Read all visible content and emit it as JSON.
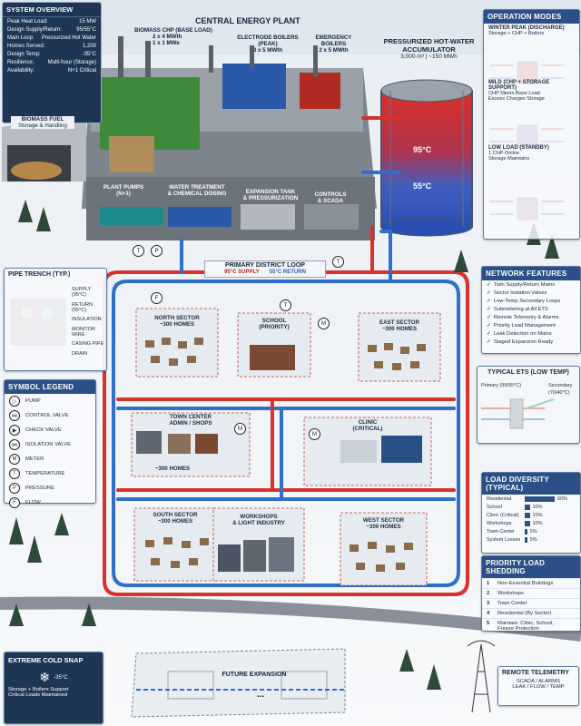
{
  "title": "CENTRAL ENERGY PLANT",
  "system_overview": {
    "title": "SYSTEM OVERVIEW",
    "rows": [
      {
        "k": "Peak Heat Load:",
        "v": "15 MW"
      },
      {
        "k": "Design Supply/Return:",
        "v": "95/55°C"
      },
      {
        "k": "Main Loop:",
        "v": "Pressurized Hot Water"
      },
      {
        "k": "Homes Served:",
        "v": "1,200"
      },
      {
        "k": "Design Temp:",
        "v": "-35°C"
      },
      {
        "k": "Resilience:",
        "v": "Multi-hour (Storage)"
      },
      {
        "k": "Availability:",
        "v": "N+1 Critical"
      }
    ]
  },
  "plant": {
    "chp": {
      "name": "BIOMASS CHP (BASE LOAD)",
      "l1": "2 x 4 MWth",
      "l2": "1 x 1 MWe"
    },
    "electrode": {
      "name": "ELECTRODE BOILERS (PEAK)",
      "l1": "3 x 5 MWth"
    },
    "emergency": {
      "name": "EMERGENCY BOILERS",
      "l1": "2 x 5 MWth"
    },
    "biomass_fuel": {
      "name": "BIOMASS FUEL",
      "l1": "Storage & Handling"
    },
    "pumps": {
      "name": "PLANT PUMPS",
      "l1": "(N+1)"
    },
    "water": {
      "name": "WATER TREATMENT",
      "l1": "& CHEMICAL DOSING"
    },
    "expansion": {
      "name": "EXPANSION TANK",
      "l1": "& PRESSURIZATION"
    },
    "controls": {
      "name": "CONTROLS",
      "l1": "& SCADA"
    }
  },
  "accumulator": {
    "name": "PRESSURIZED HOT-WATER ACCUMULATOR",
    "l1": "3,000 m³ | ~150 MWh",
    "hot": "95°C",
    "cold": "55°C"
  },
  "operation_modes": {
    "title": "OPERATION MODES",
    "modes": [
      {
        "name": "WINTER PEAK (DISCHARGE)",
        "desc": "Storage + CHP + Boilers",
        "desc2": ""
      },
      {
        "name": "MILD (CHP + STORAGE SUPPORT)",
        "desc": "CHP Meets Base Load",
        "desc2": "Excess Charges Storage"
      },
      {
        "name": "LOW LOAD (STANDBY)",
        "desc": "1 CHP Online",
        "desc2": "Storage Maintains"
      }
    ]
  },
  "loop": {
    "name": "PRIMARY DISTRICT LOOP",
    "supply": "95°C SUPPLY",
    "ret": "55°C RETURN"
  },
  "pipe_trench": {
    "title": "PIPE TRENCH (TYP.)",
    "items": [
      "SUPPLY (95°C)",
      "RETURN (55°C)",
      "INSULATION",
      "MONITOR WIRE",
      "CASING PIPE",
      "DRAIN"
    ]
  },
  "network_features": {
    "title": "NETWORK FEATURES",
    "items": [
      "Twin Supply/Return Mains",
      "Sector Isolation Valves",
      "Low-Temp Secondary Loops",
      "Submetering at All ETS",
      "Remote Telemetry & Alarms",
      "Priority Load Management",
      "Leak Detection on Mains",
      "Staged Expansion Ready"
    ]
  },
  "symbol_legend": {
    "title": "SYMBOL LEGEND",
    "items": [
      {
        "sym": "▷",
        "label": "PUMP"
      },
      {
        "sym": "⋈",
        "label": "CONTROL VALVE"
      },
      {
        "sym": "▶",
        "label": "CHECK VALVE"
      },
      {
        "sym": "⋈",
        "label": "ISOLATION VALVE"
      },
      {
        "sym": "M",
        "label": "METER"
      },
      {
        "sym": "T",
        "label": "TEMPERATURE"
      },
      {
        "sym": "P",
        "label": "PRESSURE"
      },
      {
        "sym": "F",
        "label": "FLOW"
      }
    ]
  },
  "ets": {
    "title": "TYPICAL ETS (LOW TEMP)",
    "primary": "Primary (95/55°C)",
    "secondary": "Secondary",
    "secondary2": "(70/40°C)"
  },
  "load_diversity": {
    "title": "LOAD DIVERSITY (TYPICAL)",
    "items": [
      {
        "label": "Residential",
        "value": 60
      },
      {
        "label": "School",
        "value": 10
      },
      {
        "label": "Clinic (Critical)",
        "value": 10
      },
      {
        "label": "Workshops",
        "value": 10
      },
      {
        "label": "Town Center",
        "value": 5
      },
      {
        "label": "System Losses",
        "value": 5
      }
    ]
  },
  "load_shedding": {
    "title": "PRIORITY LOAD SHEDDING",
    "items": [
      {
        "n": "1",
        "label": "Non-Essential Buildings"
      },
      {
        "n": "2",
        "label": "Workshops"
      },
      {
        "n": "3",
        "label": "Town Center"
      },
      {
        "n": "4",
        "label": "Residential (By Sector)"
      },
      {
        "n": "5",
        "label": "Maintain: Clinic, School,",
        "label2": "Freeze Protection"
      }
    ]
  },
  "sectors": {
    "north": {
      "name": "NORTH SECTOR",
      "sub": "~300 HOMES"
    },
    "school": {
      "name": "SCHOOL",
      "sub": "(PRIORITY)"
    },
    "east": {
      "name": "EAST SECTOR",
      "sub": "~300 HOMES"
    },
    "town": {
      "name": "TOWN CENTER",
      "sub": "ADMIN / SHOPS"
    },
    "clinic": {
      "name": "CLINIC",
      "sub": "(CRITICAL)"
    },
    "south": {
      "name": "SOUTH SECTOR",
      "sub": "~300 HOMES"
    },
    "workshops": {
      "name": "WORKSHOPS",
      "sub": "& LIGHT INDUSTRY"
    },
    "west": {
      "name": "WEST SECTOR",
      "sub": "~300 HOMES"
    },
    "town_homes": "~300 HOMES",
    "future": "FUTURE EXPANSION"
  },
  "cold_snap": {
    "title": "EXTREME COLD SNAP",
    "temp": "-35°C",
    "l1": "Storage + Boilers Support",
    "l2": "Critical Loads Maintained"
  },
  "telemetry": {
    "title": "REMOTE TELEMETRY",
    "l1": "SCADA / ALARMS",
    "l2": "LEAK / FLOW / TEMP"
  },
  "colors": {
    "supply": "#d9312b",
    "return": "#2f6fc8",
    "panel_head": "#2b4f86"
  }
}
